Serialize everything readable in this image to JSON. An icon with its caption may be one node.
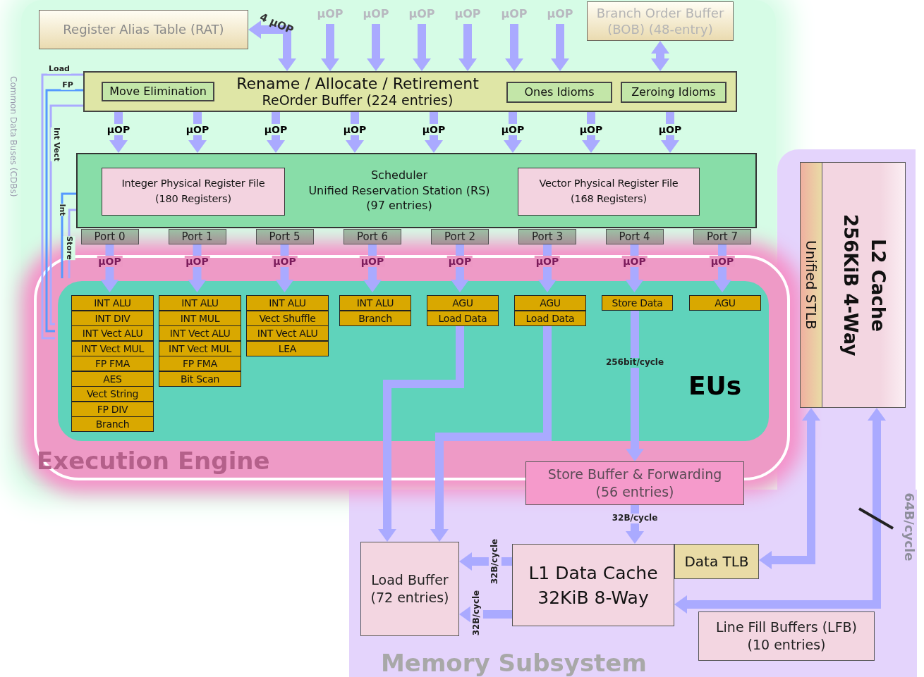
{
  "diagram": {
    "nodes": [
      {
        "text": [
          "Register Alias Table (RAT)"
        ]
      },
      {
        "text": [
          "Branch Order Buffer (BOB) (48-entry)"
        ]
      },
      {
        "text": [
          "Rename / Allocate / Retirement",
          "ReOrder Buffer (224 entries)"
        ]
      },
      {
        "text": [
          "Move Elimination"
        ],
        "in": 2
      },
      {
        "text": [
          "Ones Idioms"
        ],
        "in": 2
      },
      {
        "text": [
          "Zeroing Idioms"
        ],
        "in": 2
      },
      {
        "text": [
          "Scheduler",
          "Unified Reservation Station (RS) (97 entries)"
        ]
      },
      {
        "text": [
          "Integer Physical Register File (180 Registers)"
        ],
        "in": 6
      },
      {
        "text": [
          "Vector Physical Register File (168 Registers)"
        ],
        "in": 6
      },
      {
        "text": [
          "Port 0"
        ]
      },
      {
        "text": [
          "Port 1"
        ]
      },
      {
        "text": [
          "Port 5"
        ]
      },
      {
        "text": [
          "Port 6"
        ]
      },
      {
        "text": [
          "Port 2"
        ]
      },
      {
        "text": [
          "Port 3"
        ]
      },
      {
        "text": [
          "Port 4"
        ]
      },
      {
        "text": [
          "Port 7"
        ]
      },
      {
        "text": [
          "Execution Engine"
        ]
      },
      {
        "text": [
          "EUs"
        ],
        "in": 17
      },
      {
        "text": [
          "INT ALU"
        ],
        "in": 18
      },
      {
        "text": [
          "INT DIV"
        ],
        "in": 18
      },
      {
        "text": [
          "INT Vect ALU"
        ],
        "in": 18
      },
      {
        "text": [
          "INT Vect MUL"
        ],
        "in": 18
      },
      {
        "text": [
          "FP FMA"
        ],
        "in": 18
      },
      {
        "text": [
          "AES"
        ],
        "in": 18
      },
      {
        "text": [
          "Vect String"
        ],
        "in": 18
      },
      {
        "text": [
          "FP DIV"
        ],
        "in": 18
      },
      {
        "text": [
          "Branch"
        ],
        "in": 18
      },
      {
        "text": [
          "INT ALU"
        ],
        "in": 18
      },
      {
        "text": [
          "INT MUL"
        ],
        "in": 18
      },
      {
        "text": [
          "INT Vect ALU"
        ],
        "in": 18
      },
      {
        "text": [
          "INT Vect MUL"
        ],
        "in": 18
      },
      {
        "text": [
          "FP FMA"
        ],
        "in": 18
      },
      {
        "text": [
          "Bit Scan"
        ],
        "in": 18
      },
      {
        "text": [
          "INT ALU"
        ],
        "in": 18
      },
      {
        "text": [
          "Vect Shuffle"
        ],
        "in": 18
      },
      {
        "text": [
          "INT Vect ALU"
        ],
        "in": 18
      },
      {
        "text": [
          "LEA"
        ],
        "in": 18
      },
      {
        "text": [
          "INT ALU"
        ],
        "in": 18
      },
      {
        "text": [
          "Branch"
        ],
        "in": 18
      },
      {
        "text": [
          "AGU"
        ],
        "in": 18
      },
      {
        "text": [
          "Load Data"
        ],
        "in": 18
      },
      {
        "text": [
          "AGU"
        ],
        "in": 18
      },
      {
        "text": [
          "Load Data"
        ],
        "in": 18
      },
      {
        "text": [
          "Store Data"
        ],
        "in": 18
      },
      {
        "text": [
          "AGU"
        ],
        "in": 18
      },
      {
        "text": [
          "Memory Subsystem"
        ]
      },
      {
        "text": [
          "Store Buffer & Forwarding (56 entries)"
        ]
      },
      {
        "text": [
          "Load Buffer (72 entries)"
        ],
        "in": 46
      },
      {
        "text": [
          "L1 Data Cache 32KiB 8-Way"
        ],
        "in": 46
      },
      {
        "text": [
          "Data TLB"
        ],
        "in": 46
      },
      {
        "text": [
          "Line Fill Buffers (LFB) (10 entries)"
        ],
        "in": 46
      },
      {
        "text": [
          "Unified STLB"
        ]
      },
      {
        "text": [
          "L2 Cache 256KiB 4-Way"
        ]
      }
    ],
    "edges": [
      {
        "from": null,
        "to": 2,
        "arrow": "to",
        "label": "μOP"
      },
      {
        "from": null,
        "to": 2,
        "arrow": "to",
        "label": "μOP"
      },
      {
        "from": null,
        "to": 2,
        "arrow": "to",
        "label": "μOP"
      },
      {
        "from": null,
        "to": 2,
        "arrow": "to",
        "label": "μOP"
      },
      {
        "from": null,
        "to": 2,
        "arrow": "to",
        "label": "μOP"
      },
      {
        "from": null,
        "to": 2,
        "arrow": "to",
        "label": "μOP"
      },
      {
        "from": 2,
        "to": 0,
        "arrow": "both",
        "label": "4 μOP"
      },
      {
        "from": 1,
        "to": 2,
        "arrow": "both"
      },
      {
        "from": 2,
        "to": 6,
        "arrow": "to",
        "label": "μOP"
      },
      {
        "from": 2,
        "to": 6,
        "arrow": "to",
        "label": "μOP"
      },
      {
        "from": 2,
        "to": 6,
        "arrow": "to",
        "label": "μOP"
      },
      {
        "from": 2,
        "to": 6,
        "arrow": "to",
        "label": "μOP"
      },
      {
        "from": 2,
        "to": 6,
        "arrow": "to",
        "label": "μOP"
      },
      {
        "from": 2,
        "to": 6,
        "arrow": "to",
        "label": "μOP"
      },
      {
        "from": 2,
        "to": 6,
        "arrow": "to",
        "label": "μOP"
      },
      {
        "from": 2,
        "to": 6,
        "arrow": "to",
        "label": "μOP"
      },
      {
        "from": 9,
        "to": 19,
        "arrow": "to",
        "label": "μOP"
      },
      {
        "from": 10,
        "to": 28,
        "arrow": "to",
        "label": "μOP"
      },
      {
        "from": 11,
        "to": 34,
        "arrow": "to",
        "label": "μOP"
      },
      {
        "from": 12,
        "to": 38,
        "arrow": "to",
        "label": "μOP"
      },
      {
        "from": 13,
        "to": 40,
        "arrow": "to",
        "label": "μOP"
      },
      {
        "from": 14,
        "to": 42,
        "arrow": "to",
        "label": "μOP"
      },
      {
        "from": 15,
        "to": 44,
        "arrow": "to",
        "label": "μOP"
      },
      {
        "from": 16,
        "to": 45,
        "arrow": "to",
        "label": "μOP"
      },
      {
        "from": 41,
        "to": 48,
        "arrow": "to"
      },
      {
        "from": 43,
        "to": 48,
        "arrow": "to"
      },
      {
        "from": 44,
        "to": 47,
        "arrow": "to",
        "label": "256bit/cycle"
      },
      {
        "from": 47,
        "to": 49,
        "arrow": "to",
        "label": "32B/cycle"
      },
      {
        "from": 49,
        "to": 48,
        "arrow": "to",
        "label": "32B/cycle"
      },
      {
        "from": 49,
        "to": 48,
        "arrow": "to",
        "label": "32B/cycle"
      },
      {
        "from": 52,
        "to": 50,
        "arrow": "both"
      },
      {
        "from": 53,
        "to": 49,
        "arrow": "both",
        "label": "64B/cycle"
      },
      {
        "from": 18,
        "to": 2,
        "arrow": "none",
        "label": "Load"
      },
      {
        "from": 18,
        "to": 2,
        "arrow": "none",
        "label": "FP",
        "color": "#5599ff"
      },
      {
        "from": 18,
        "to": 2,
        "arrow": "none",
        "label": "Int Vect"
      },
      {
        "from": 18,
        "to": 6,
        "arrow": "none",
        "label": "Int",
        "color": "#5599ff"
      },
      {
        "from": 18,
        "to": 6,
        "arrow": "none",
        "label": "Store"
      }
    ],
    "labels": [
      "Common Data Buses (CDBs)"
    ]
  }
}
